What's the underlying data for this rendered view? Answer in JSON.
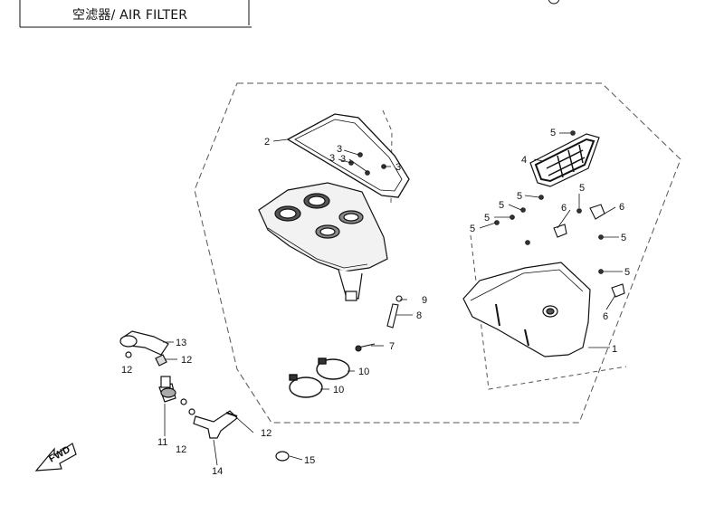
{
  "header": {
    "title": "空滤器/ AIR FILTER"
  },
  "direction_label": "FWD",
  "callouts": {
    "c1": "1",
    "c2": "2",
    "c3a": "3",
    "c3b": "3",
    "c3c": "3",
    "c3d": "3",
    "c4": "4",
    "c5a": "5",
    "c5b": "5",
    "c5c": "5",
    "c5d": "5",
    "c5e": "5",
    "c5f": "5",
    "c5g": "5",
    "c5h": "5",
    "c6a": "6",
    "c6b": "6",
    "c6c": "6",
    "c7": "7",
    "c8": "8",
    "c9": "9",
    "c10a": "10",
    "c10b": "10",
    "c11": "11",
    "c12a": "12",
    "c12b": "12",
    "c12c": "12",
    "c12d": "12",
    "c13": "13",
    "c14": "14",
    "c15": "15"
  }
}
